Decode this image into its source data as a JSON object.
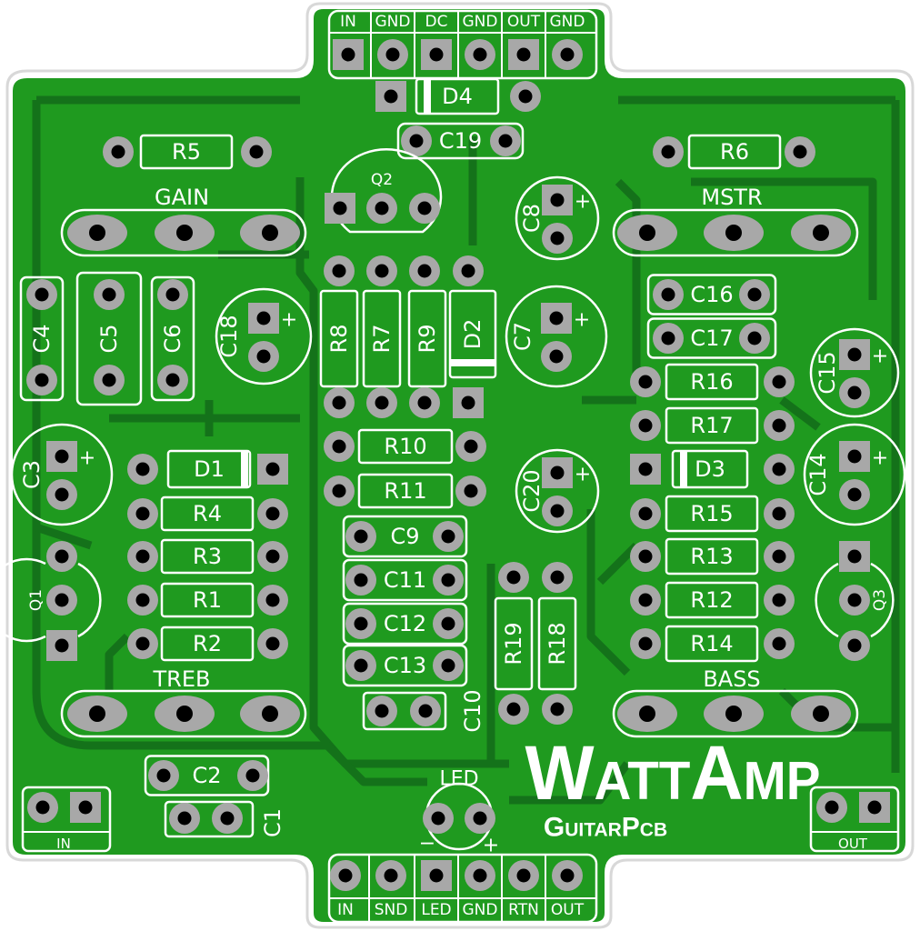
{
  "colors": {
    "board": "#1f9a1f",
    "trace": "#14721a",
    "pad": "#a8a8a8",
    "hole": "#000000",
    "silk": "#ffffff",
    "outline": "#d8d8d8"
  },
  "headers": {
    "top": [
      "IN",
      "GND",
      "DC",
      "GND",
      "OUT",
      "GND"
    ],
    "bottom": [
      "IN",
      "SND",
      "LED",
      "GND",
      "RTN",
      "OUT"
    ]
  },
  "pots": {
    "gain": "GAIN",
    "mstr": "MSTR",
    "treb": "TREB",
    "bass": "BASS"
  },
  "components": {
    "R1": "R1",
    "R2": "R2",
    "R3": "R3",
    "R4": "R4",
    "R5": "R5",
    "R6": "R6",
    "R7": "R7",
    "R8": "R8",
    "R9": "R9",
    "R10": "R10",
    "R11": "R11",
    "R12": "R12",
    "R13": "R13",
    "R14": "R14",
    "R15": "R15",
    "R16": "R16",
    "R17": "R17",
    "R18": "R18",
    "R19": "R19",
    "C1": "C1",
    "C2": "C2",
    "C3": "C3",
    "C4": "C4",
    "C5": "C5",
    "C6": "C6",
    "C7": "C7",
    "C8": "C8",
    "C9": "C9",
    "C10": "C10",
    "C11": "C11",
    "C12": "C12",
    "C13": "C13",
    "C14": "C14",
    "C15": "C15",
    "C16": "C16",
    "C17": "C17",
    "C18": "C18",
    "C19": "C19",
    "C20": "C20",
    "D1": "D1",
    "D2": "D2",
    "D3": "D3",
    "D4": "D4",
    "Q1": "Q1",
    "Q2": "Q2",
    "Q3": "Q3"
  },
  "polarity_mark": "+",
  "connectors": {
    "in": "IN",
    "out": "OUT"
  },
  "led": {
    "label": "LED",
    "minus": "−",
    "plus": "+"
  },
  "logo": {
    "title": "WattAmp",
    "subtitle": "GuitarPcb"
  }
}
